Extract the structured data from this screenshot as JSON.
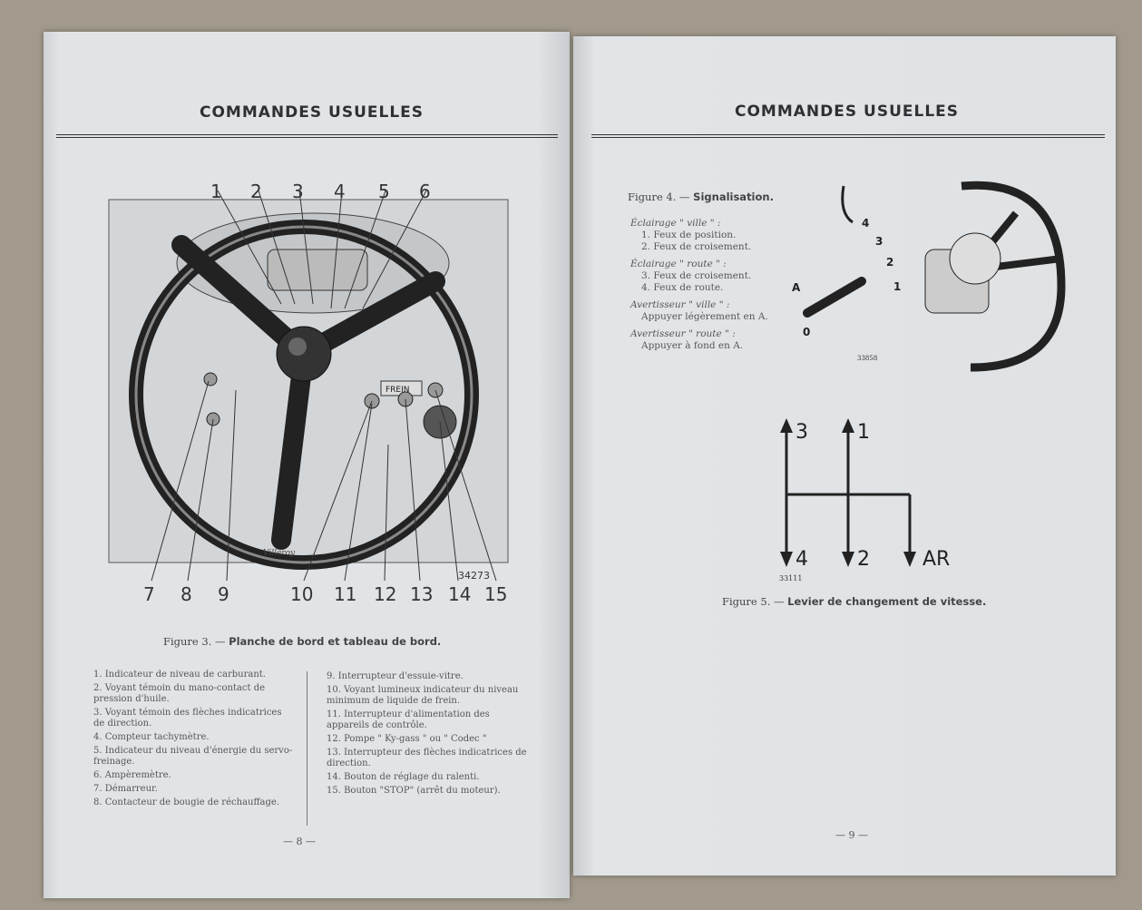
{
  "left_page": {
    "header": "COMMANDES USUELLES",
    "callouts_top": [
      "1",
      "2",
      "3",
      "4",
      "5",
      "6"
    ],
    "callouts_bottom": [
      "7",
      "8",
      "9",
      "10",
      "11",
      "12",
      "13",
      "14",
      "15"
    ],
    "dash_label": "FREIN",
    "fig_ref": "34273",
    "signature": "Villeroy",
    "caption_prefix": "Figure 3. —",
    "caption_title": "Planche de bord et tableau de bord.",
    "legend_left": [
      "1. Indicateur de niveau de carburant.",
      "2. Voyant témoin du mano-contact de pression d'huile.",
      "3. Voyant témoin des flèches indicatrices de direction.",
      "4. Compteur tachymètre.",
      "5. Indicateur du niveau d'énergie du servo-freinage.",
      "6. Ampèremètre.",
      "7. Démarreur.",
      "8. Contacteur de bougie de réchauffage."
    ],
    "legend_right": [
      "9. Interrupteur d'essuie-vitre.",
      "10. Voyant lumineux indicateur du niveau minimum de liquide de frein.",
      "11. Interrupteur d'alimentation des appareils de contrôle.",
      "12. Pompe \" Ky-gass \" ou \" Codec \"",
      "13. Interrupteur des flèches indicatrices de direction.",
      "14. Bouton de réglage du ralenti.",
      "15. Bouton \"STOP\" (arrêt du moteur)."
    ],
    "page_number": "— 8 —"
  },
  "right_page": {
    "header": "COMMANDES USUELLES",
    "fig4_prefix": "Figure 4. —",
    "fig4_title": "Signalisation.",
    "sig": [
      {
        "heading": "Éclairage \" ville \" :",
        "items": [
          "1. Feux de position.",
          "2. Feux de croisement."
        ]
      },
      {
        "heading": "Éclairage \" route \" :",
        "items": [
          "3. Feux de croisement.",
          "4. Feux de route."
        ]
      },
      {
        "heading": "Avertisseur \" ville \" :",
        "items": [
          "Appuyer légèrement en A."
        ]
      },
      {
        "heading": "Avertisseur \" route \" :",
        "items": [
          "Appuyer à fond en A."
        ]
      }
    ],
    "fig4_labels": [
      "4",
      "3",
      "2",
      "1",
      "A",
      "0"
    ],
    "fig4_ref": "33858",
    "gears": {
      "top_left": "3",
      "top_right": "1",
      "bottom_left": "4",
      "bottom_mid": "2",
      "bottom_right": "AR",
      "ref": "33111"
    },
    "fig5_prefix": "Figure 5. —",
    "fig5_title": "Levier de changement de vitesse.",
    "page_number": "— 9 —"
  }
}
